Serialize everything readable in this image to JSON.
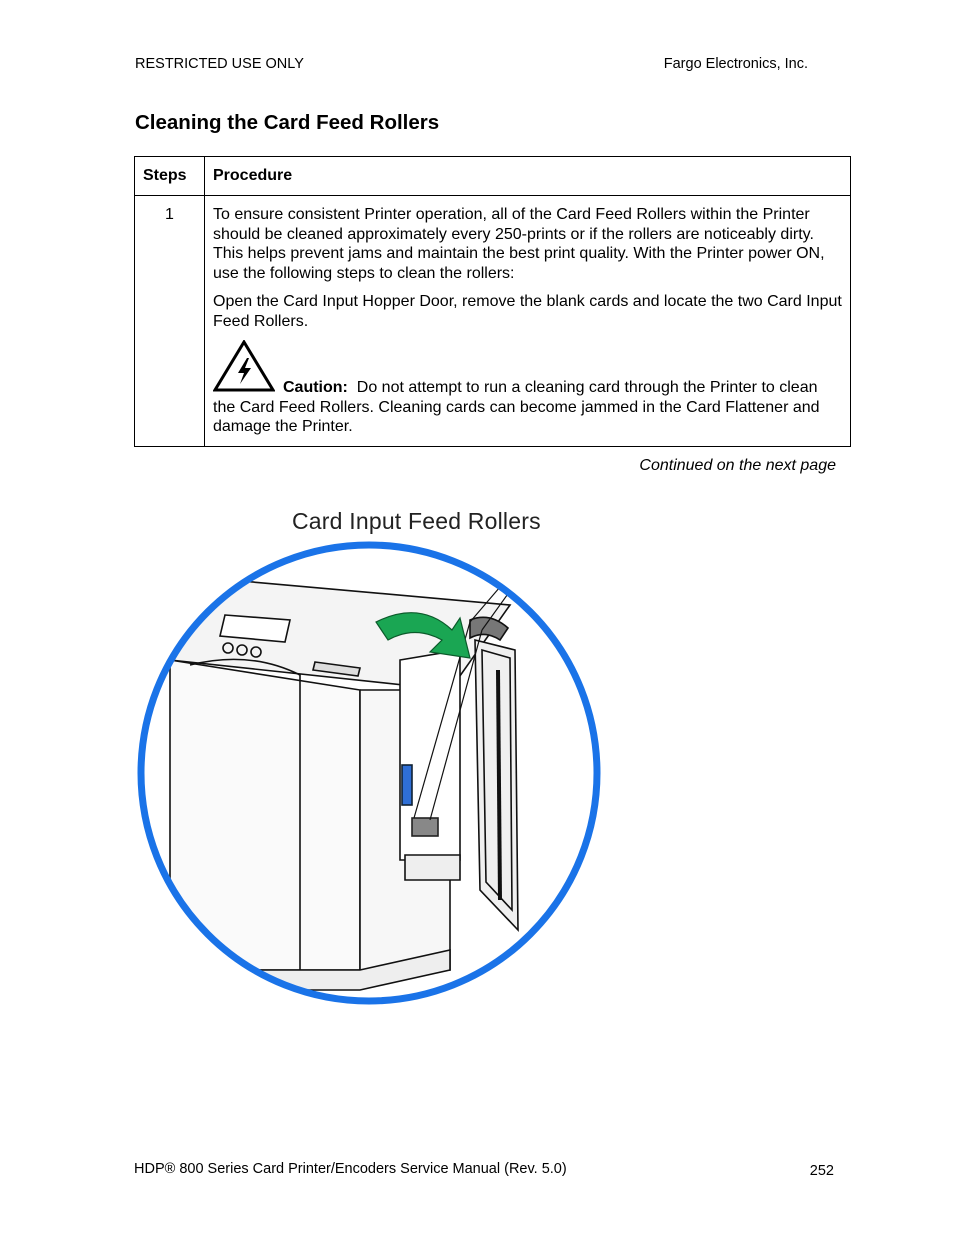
{
  "header": {
    "left": "RESTRICTED USE ONLY",
    "right": "Fargo Electronics, Inc."
  },
  "title": "Cleaning the Card Feed Rollers",
  "table": {
    "col_steps": "Steps",
    "col_procedure": "Procedure",
    "rows": [
      {
        "step": "1",
        "para1": "To ensure consistent Printer operation, all of the Card Feed Rollers within the Printer should be cleaned approximately every 250-prints or if the rollers are noticeably dirty. This helps prevent jams and maintain the best print quality. With the Printer power ON, use the following steps to clean the rollers:",
        "para2": "Open the Card Input Hopper Door, remove the blank cards and locate the two Card Input Feed Rollers.",
        "caution_label": "Caution:",
        "caution_text": "Do not attempt to run a cleaning card through the Printer to clean the Card Feed Rollers. Cleaning cards can become jammed in the Card Flattener and damage the Printer."
      }
    ]
  },
  "continued": "Continued on the next page",
  "figure": {
    "label": "Card Input Feed Rollers",
    "circle_color": "#1a73e8",
    "arrow_color": "#1aa653",
    "part_color": "#2f6fd6"
  },
  "footer": {
    "left": "HDP® 800 Series Card Printer/Encoders Service Manual (Rev. 5.0)",
    "page": "252"
  }
}
